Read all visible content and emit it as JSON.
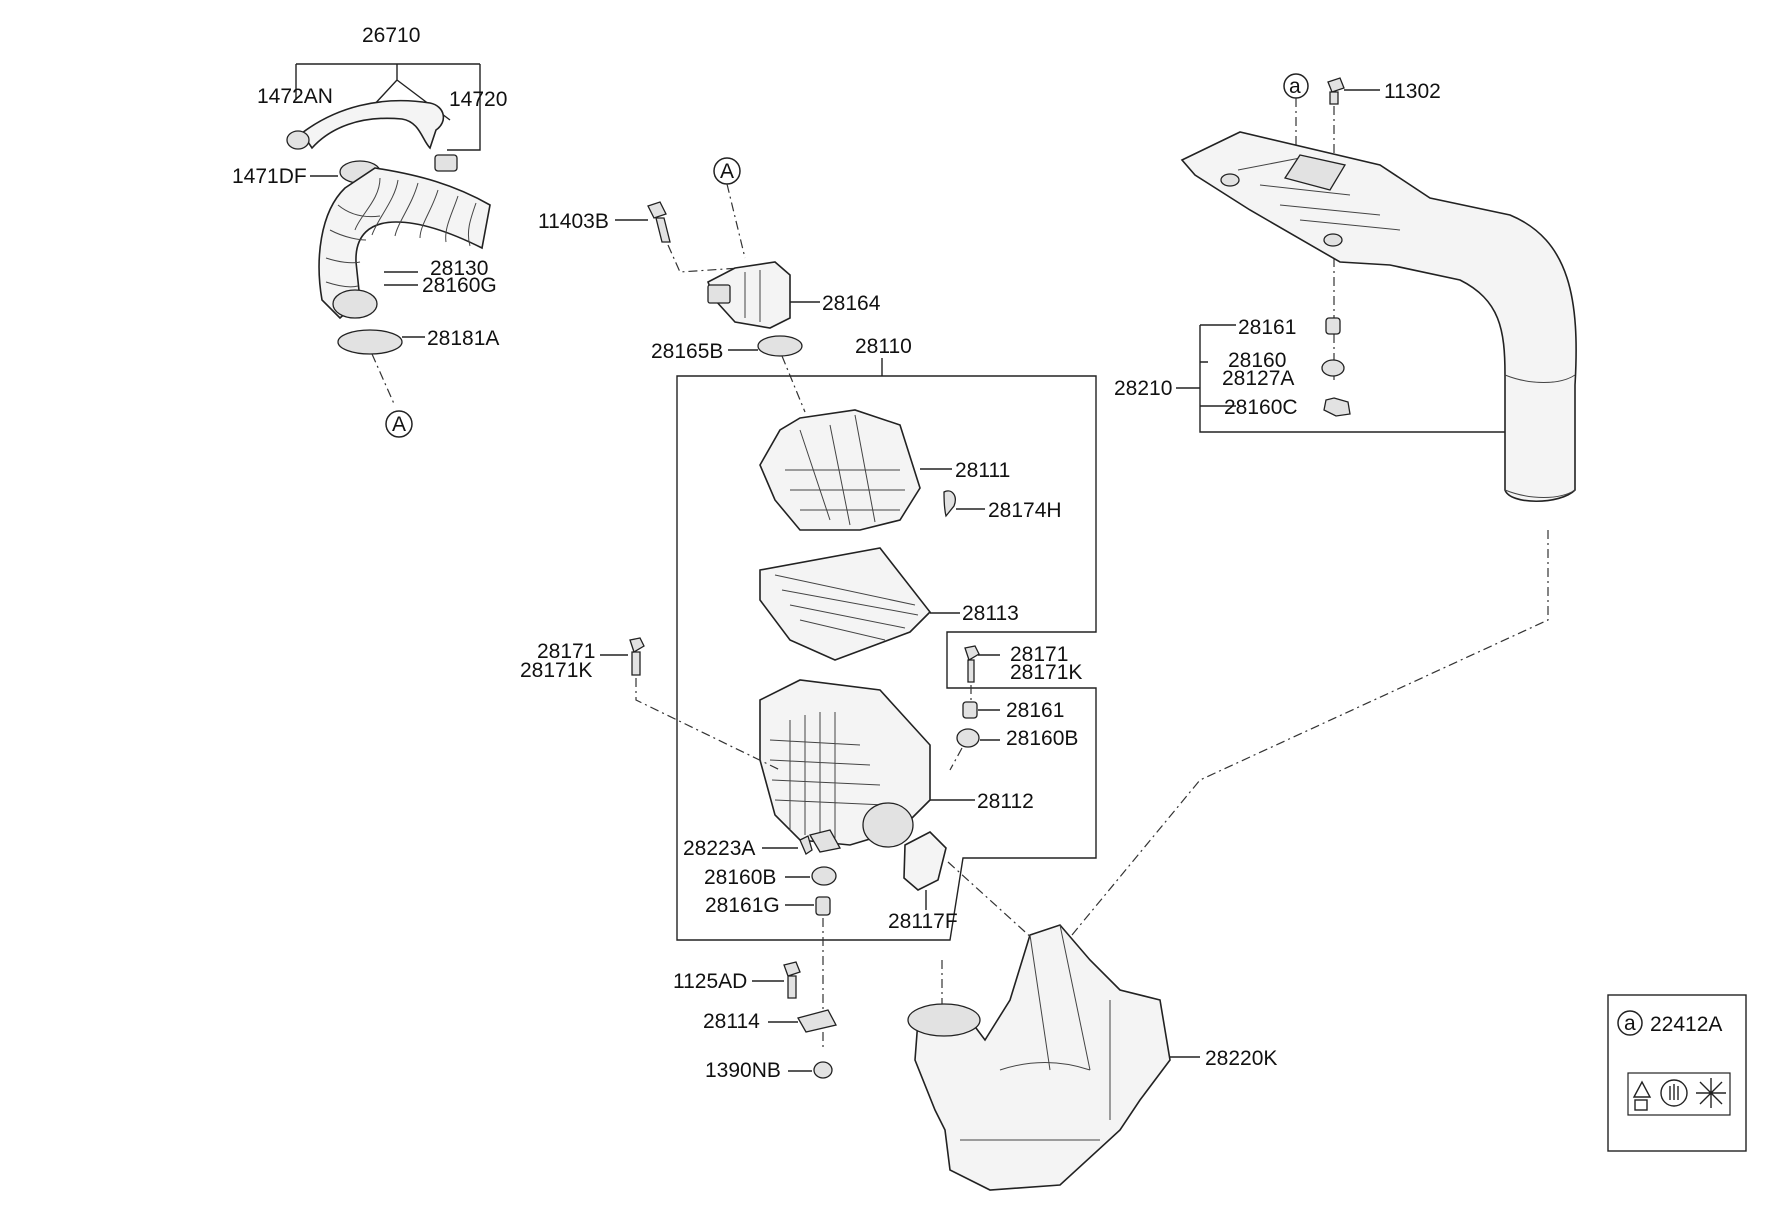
{
  "labels": {
    "p26710": "26710",
    "p1472AN": "1472AN",
    "p14720": "14720",
    "p1471DF": "1471DF",
    "p28130": "28130",
    "p28160G": "28160G",
    "p28181A": "28181A",
    "callout_A1": "A",
    "callout_A2": "A",
    "p11403B": "11403B",
    "p28164": "28164",
    "p28165B": "28165B",
    "p28110": "28110",
    "p28111": "28111",
    "p28174H": "28174H",
    "p28113": "28113",
    "p28171_left": "28171",
    "p28171K_left": "28171K",
    "p28171_right": "28171",
    "p28171K_right": "28171K",
    "p28161_mid": "28161",
    "p28160B_right": "28160B",
    "p28112": "28112",
    "p28223A": "28223A",
    "p28160B_low": "28160B",
    "p28161G": "28161G",
    "p28117F": "28117F",
    "p1125AD": "1125AD",
    "p28114": "28114",
    "p1390NB": "1390NB",
    "p28220K": "28220K",
    "callout_a1": "a",
    "p11302": "11302",
    "p28161_top": "28161",
    "p28160": "28160",
    "p28127A": "28127A",
    "p28210": "28210",
    "p28160C": "28160C",
    "legend_a": "a",
    "legend_part": "22412A"
  }
}
